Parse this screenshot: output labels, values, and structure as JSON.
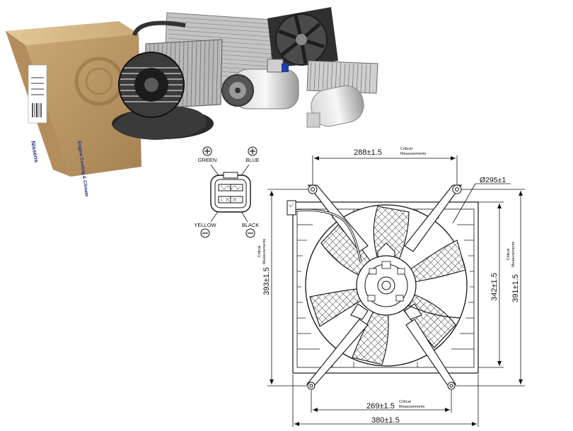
{
  "brand": {
    "box_logo": "Nissens",
    "box_side_text": "Engine Cooling & Climate"
  },
  "connector": {
    "pins": [
      {
        "color_label": "GREEN",
        "polarity": "+"
      },
      {
        "color_label": "BLUE",
        "polarity": "+"
      },
      {
        "color_label": "YELLOW",
        "polarity": "−"
      },
      {
        "color_label": "BLACK",
        "polarity": "−"
      }
    ]
  },
  "dimensions": {
    "top_width": "288±1.5",
    "fan_diameter": "Ø295±1",
    "left_height": "393±1.5",
    "inner_height": "342±1.5",
    "right_height": "391±1.5",
    "bottom_inner_width": "269±1.5",
    "bottom_total_width": "380±1.5",
    "critical_label_line1": "Critical",
    "critical_label_line2": "Measurements"
  }
}
